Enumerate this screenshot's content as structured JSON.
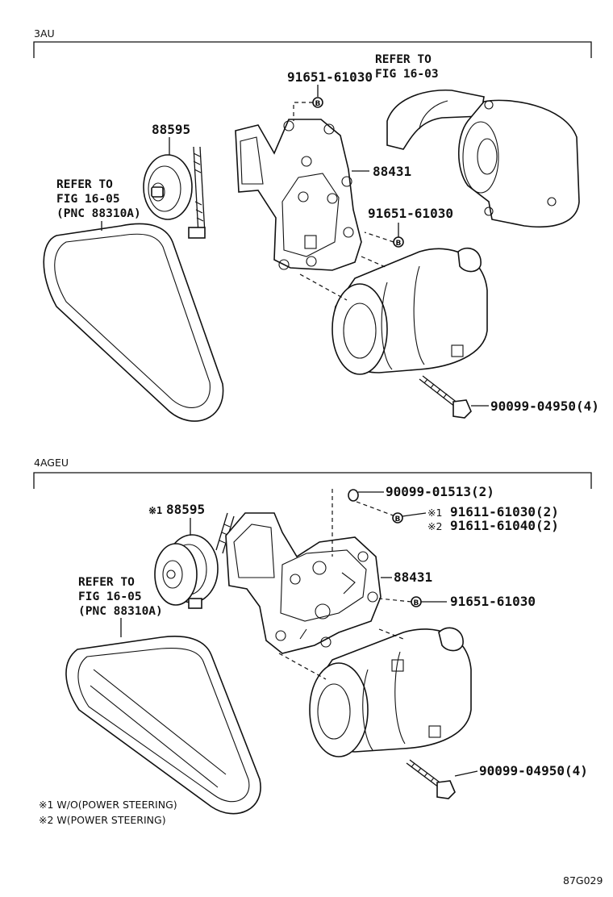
{
  "figure_code": "87G029",
  "sections": {
    "top": {
      "engine": "3AU",
      "idler_pulley": "88595",
      "bracket": "88431",
      "nut_upper": "91651-61030",
      "nut_lower": "91651-61030",
      "bolt": "90099-04950(4)",
      "refer_fig_16_03": [
        "REFER TO",
        "FIG 16-03"
      ],
      "refer_belt": [
        "REFER TO",
        "FIG 16-05",
        "(PNC 88310A)"
      ]
    },
    "bottom": {
      "engine": "4AGEU",
      "idler_pulley": "88595",
      "idler_pulley_mark": "※1",
      "bracket": "88431",
      "washer": "90099-01513(2)",
      "nut_alt_1_mark": "※1",
      "nut_alt_1": "91611-61030(2)",
      "nut_alt_2_mark": "※2",
      "nut_alt_2": "91611-61040(2)",
      "nut": "91651-61030",
      "bolt": "90099-04950(4)",
      "refer_belt": [
        "REFER TO",
        "FIG 16-05",
        "(PNC 88310A)"
      ]
    }
  },
  "notes": [
    "※1 W/O(POWER STEERING)",
    "※2 W(POWER STEERING)"
  ],
  "icons": {
    "nut_symbol": "B"
  }
}
